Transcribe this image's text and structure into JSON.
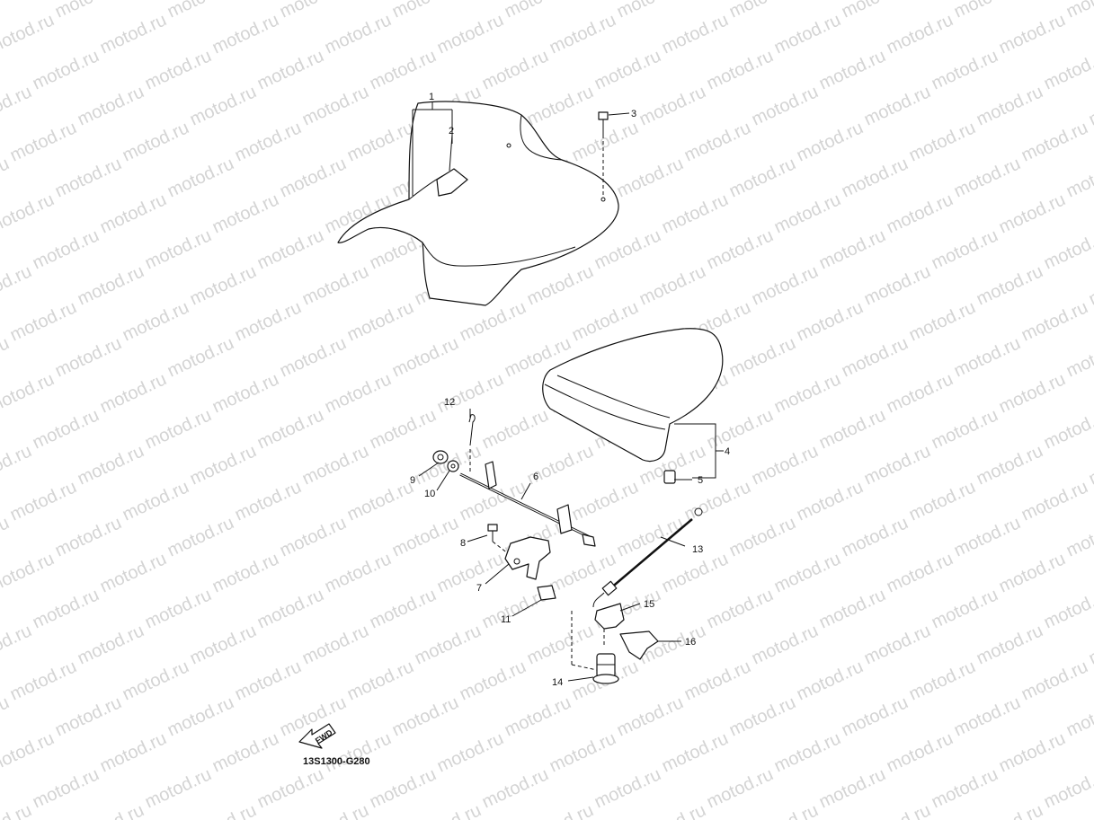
{
  "watermark": {
    "text": "motod.ru"
  },
  "callouts": [
    "1",
    "2",
    "3",
    "4",
    "5",
    "6",
    "7",
    "8",
    "9",
    "10",
    "11",
    "12",
    "13",
    "14",
    "15",
    "16"
  ],
  "diagram_code": "13S1300-G280",
  "direction_arrow": {
    "label": "FWD"
  }
}
